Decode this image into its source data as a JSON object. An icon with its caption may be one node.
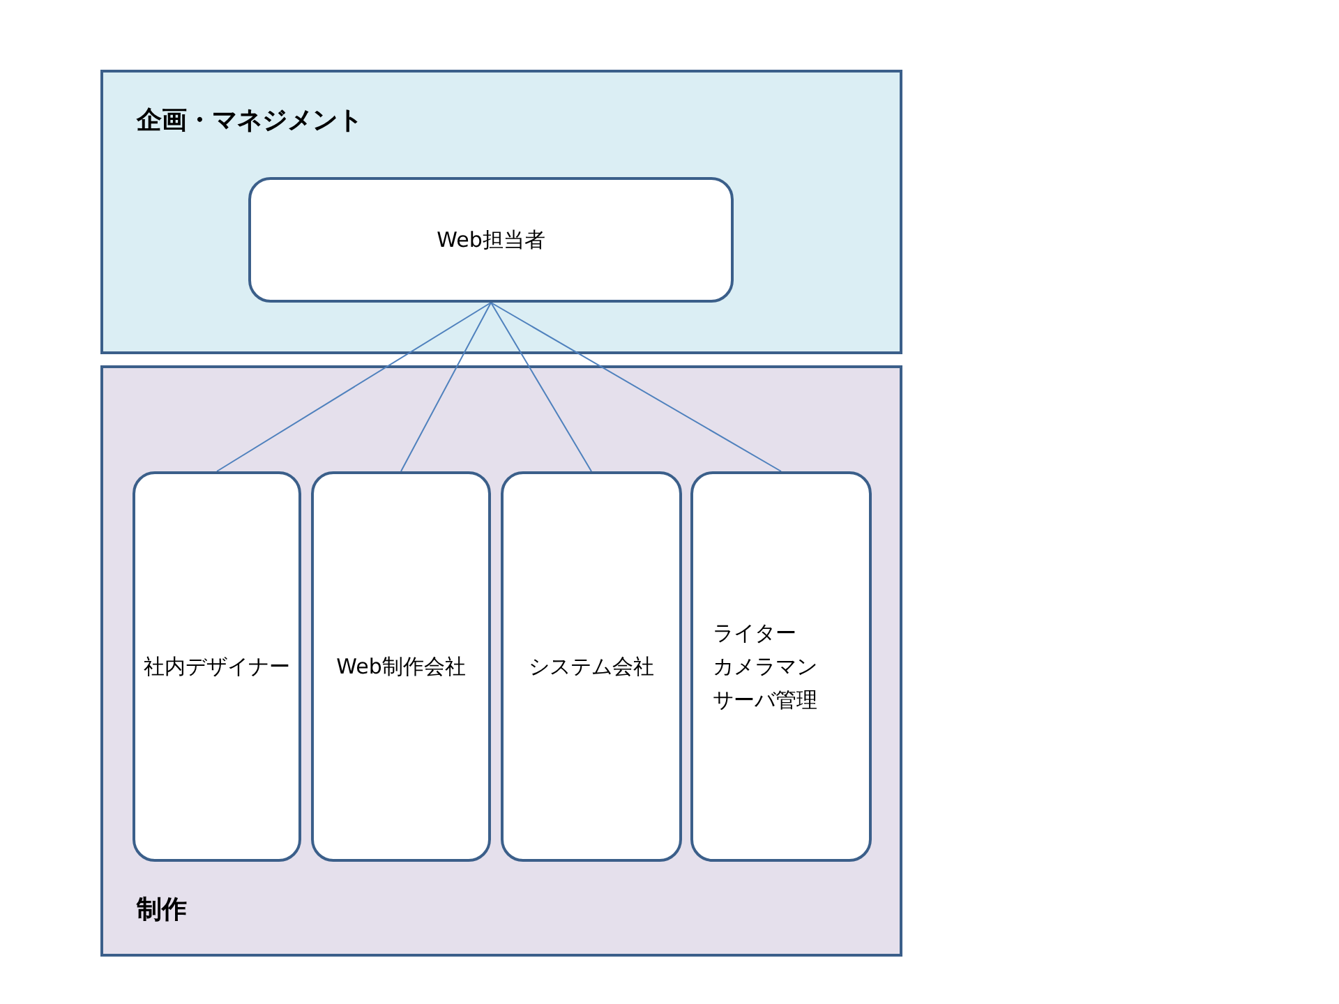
{
  "diagram": {
    "nodes": [
      {
        "text": [
          "企画・マネジメント"
        ]
      },
      {
        "text": [
          "Web担当者"
        ],
        "in": 0
      },
      {
        "text": [
          "制作"
        ]
      },
      {
        "text": [
          "社内デザイナー"
        ],
        "in": 2
      },
      {
        "text": [
          "Web制作会社"
        ],
        "in": 2
      },
      {
        "text": [
          "システム会社"
        ],
        "in": 2
      },
      {
        "text": [
          "ライター",
          "カメラマン",
          "サーバ管理"
        ],
        "in": 2
      }
    ],
    "edges": [
      {
        "from": 1,
        "to": 3,
        "arrow": "none"
      },
      {
        "from": 1,
        "to": 4,
        "arrow": "none"
      },
      {
        "from": 1,
        "to": 5,
        "arrow": "none"
      },
      {
        "from": 1,
        "to": 6,
        "arrow": "none"
      }
    ]
  }
}
